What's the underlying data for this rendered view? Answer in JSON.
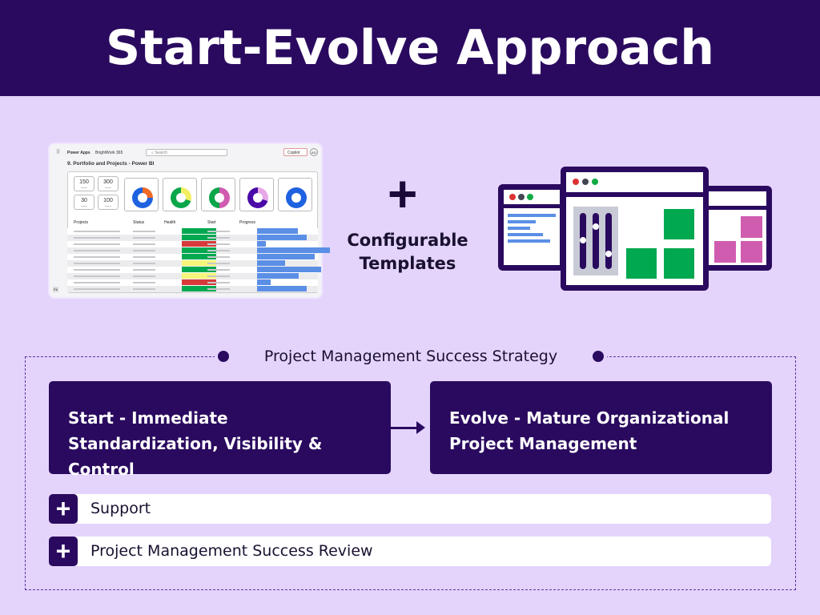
{
  "title": "Start-Evolve Approach",
  "mini_app": {
    "app": "Power Apps",
    "product": "BrightWork 365",
    "search_placeholder": "Search",
    "copilot": "Copilot",
    "avatar": "AO",
    "page_title": "9. Portfolio and Projects - Power BI",
    "kpis": [
      "150",
      "300",
      "30",
      "100"
    ],
    "columns": [
      "Projects",
      "Status",
      "Health",
      "Start",
      "Progress"
    ],
    "health": [
      "green",
      "green",
      "red",
      "green",
      "green",
      "yellow",
      "green",
      "yellow",
      "red",
      "green"
    ],
    "progress": [
      52,
      63,
      11,
      93,
      73,
      36,
      82,
      53,
      17,
      63
    ],
    "user_initials": "PK"
  },
  "plus_sign": "+",
  "templates_label_1": "Configurable",
  "templates_label_2": "Templates",
  "strategy": {
    "title": "Project Management Success Strategy",
    "start": "Start - Immediate Standardization, Visibility & Control",
    "evolve": "Evolve - Mature Organizational Project Management",
    "items": [
      {
        "icon": "+",
        "label": "Support"
      },
      {
        "icon": "+",
        "label": "Project Management Success Review"
      }
    ]
  },
  "colors": {
    "dark": "#2a0a5f",
    "bg": "#e4d4fb",
    "green": "#00a84f",
    "red": "#d63a3a",
    "yellow": "#f7f57a",
    "blue": "#5b8fe6",
    "pink": "#d05cb0"
  }
}
